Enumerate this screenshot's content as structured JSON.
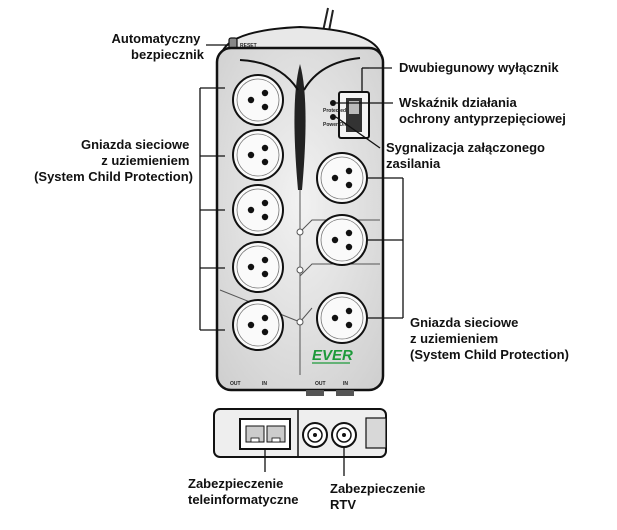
{
  "labels": {
    "auto_fuse": [
      "Automatyczny",
      "bezpiecznik"
    ],
    "bipolar_switch": "Dwubiegunowy wyłącznik",
    "surge_indicator": [
      "Wskaźnik działania",
      "ochrony antyprzepięciowej"
    ],
    "power_signal": [
      "Sygnalizacja załączonego",
      "zasilania"
    ],
    "sockets_left": [
      "Gniazda sieciowe",
      "z uziemieniem",
      "(System Child Protection)"
    ],
    "sockets_right": [
      "Gniazda sieciowe",
      "z uziemieniem",
      "(System Child Protection)"
    ],
    "telecom_protection": [
      "Zabezpieczenie",
      "teleinformatyczne"
    ],
    "rtv_protection": [
      "Zabezpieczenie",
      "RTV"
    ]
  },
  "device": {
    "brand": "EVER",
    "reset_label": "RESET",
    "led_protected": "Protected",
    "led_power": "Power ON",
    "bottom_marks": [
      "OUT",
      "IN",
      "OUT",
      "IN"
    ],
    "brand_color": "#1e9a3b",
    "body_color": "#e3e3e3",
    "outline_color": "#111111"
  },
  "icons": {
    "socket": "schuko-socket-icon",
    "rj45": "rj45-port-icon",
    "coax": "coax-connector-icon"
  }
}
